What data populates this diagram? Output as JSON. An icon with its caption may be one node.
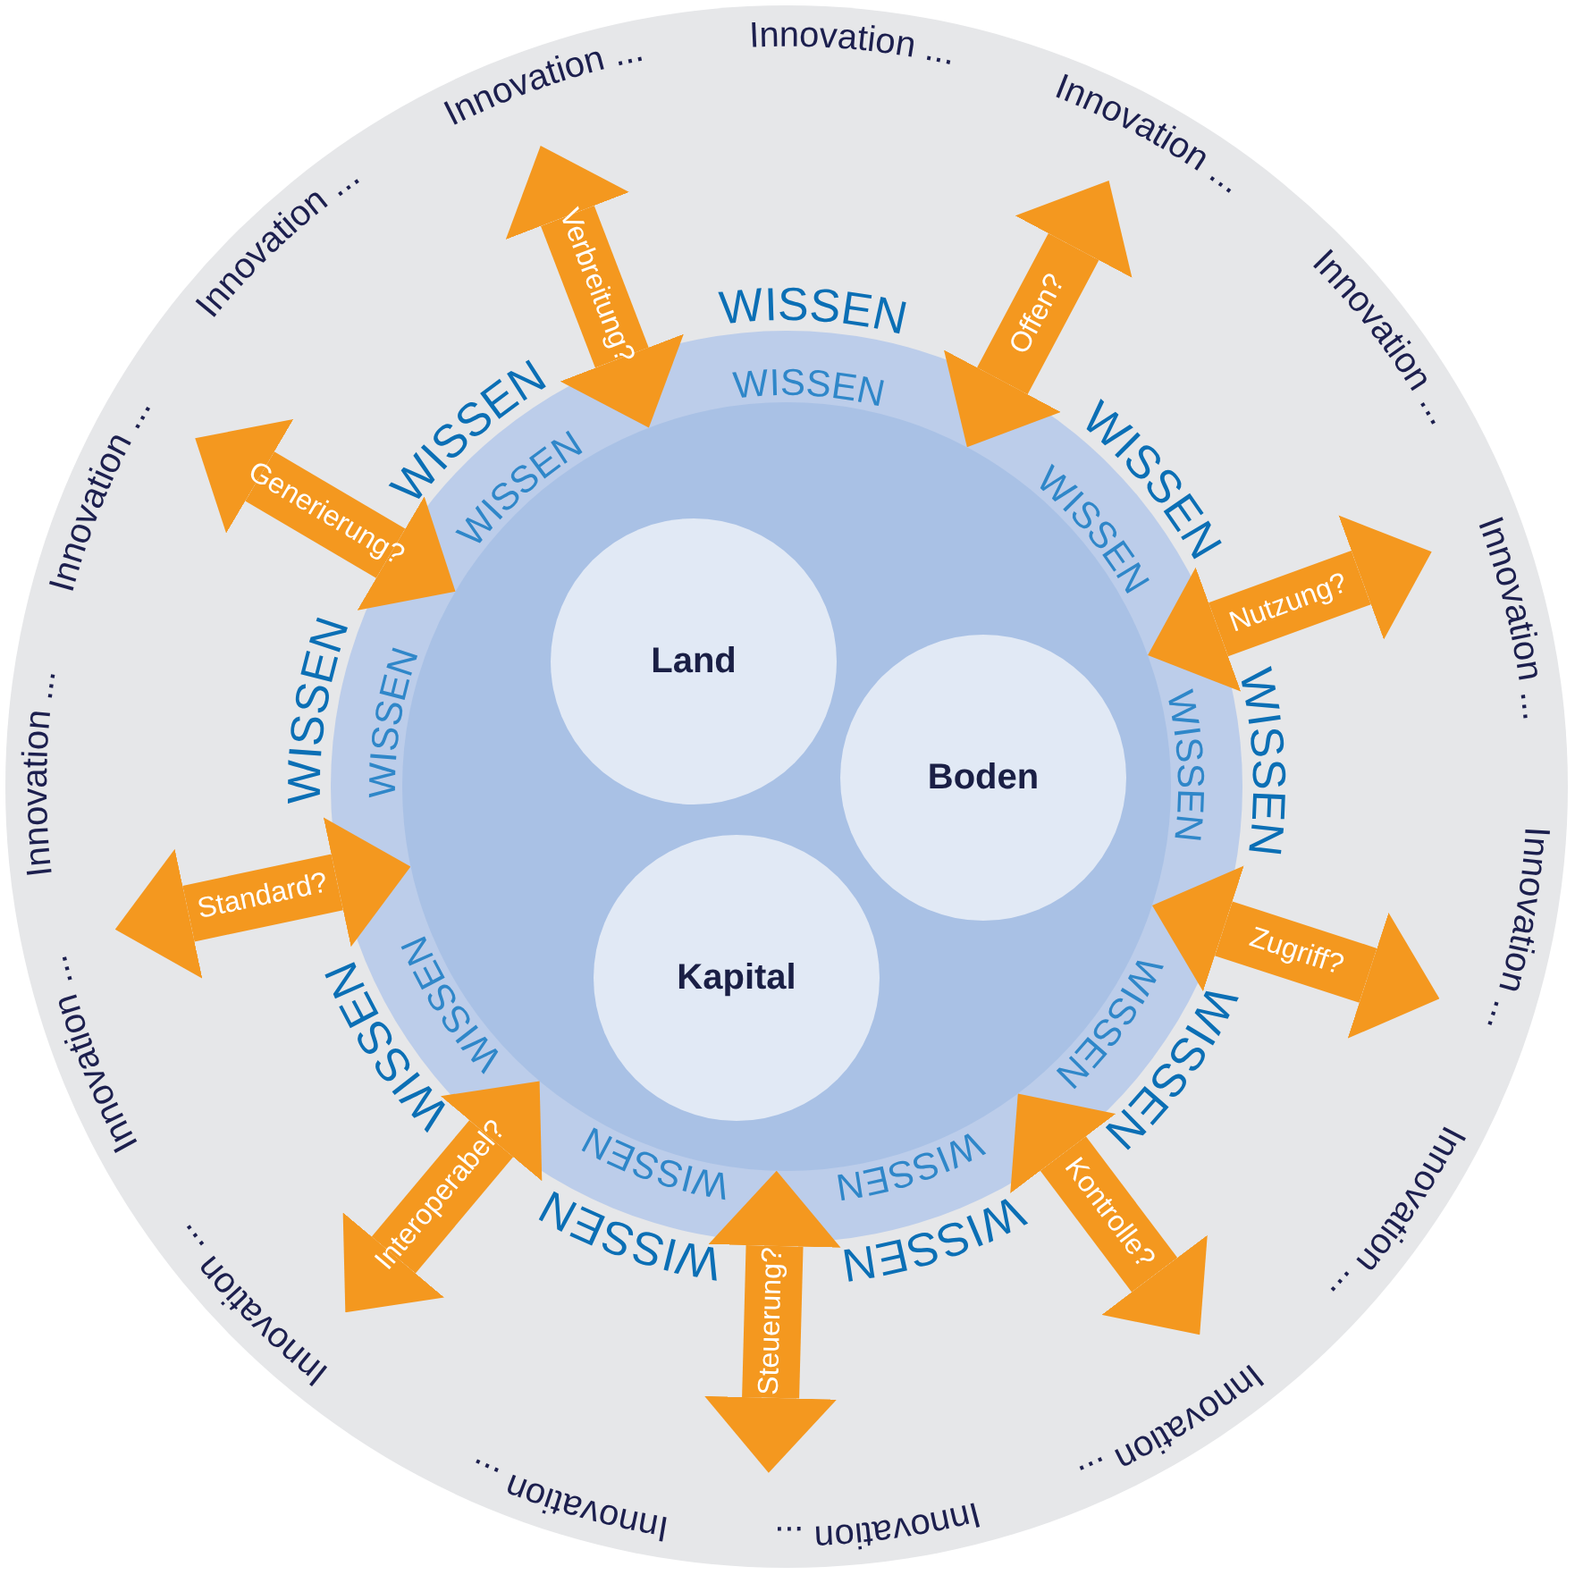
{
  "diagram": {
    "nodes": [
      {
        "text": [],
        "shape": "circle"
      },
      {
        "text": [],
        "shape": "circle",
        "in": 0
      },
      {
        "text": [
          "Land"
        ],
        "in": 1
      },
      {
        "text": [
          "Boden"
        ],
        "in": 1
      },
      {
        "text": [
          "Kapital"
        ],
        "in": 1
      }
    ],
    "edges": [
      {
        "from": 1,
        "to": null,
        "arrow": "both",
        "label": "Verbreitung?"
      },
      {
        "from": 1,
        "to": null,
        "arrow": "both",
        "label": "Offen?"
      },
      {
        "from": 1,
        "to": null,
        "arrow": "both",
        "label": "Nutzung?"
      },
      {
        "from": 1,
        "to": null,
        "arrow": "both",
        "label": "Zugriff?"
      },
      {
        "from": 1,
        "to": null,
        "arrow": "both",
        "label": "Kontrolle?"
      },
      {
        "from": 1,
        "to": null,
        "arrow": "both",
        "label": "Steuerung?"
      },
      {
        "from": 1,
        "to": null,
        "arrow": "both",
        "label": "Interoperabel?"
      },
      {
        "from": 1,
        "to": null,
        "arrow": "both",
        "label": "Standard?"
      },
      {
        "from": 1,
        "to": null,
        "arrow": "both",
        "label": "Generierung?"
      }
    ],
    "labels": [
      "Innovation ...",
      "Innovation ...",
      "Innovation ...",
      "Innovation ...",
      "Innovation ...",
      "Innovation ...",
      "Innovation ...",
      "Innovation ...",
      "Innovation ...",
      "Innovation ...",
      "Innovation ...",
      "Innovation ...",
      "Innovation ...",
      "Innovation ...",
      "Innovation ...",
      "WISSEN",
      "WISSEN",
      "WISSEN",
      "WISSEN",
      "WISSEN",
      "WISSEN",
      "WISSEN",
      "WISSEN",
      "WISSEN",
      "WISSEN",
      "WISSEN",
      "WISSEN",
      "WISSEN",
      "WISSEN",
      "WISSEN",
      "WISSEN",
      "WISSEN",
      "WISSEN"
    ]
  }
}
